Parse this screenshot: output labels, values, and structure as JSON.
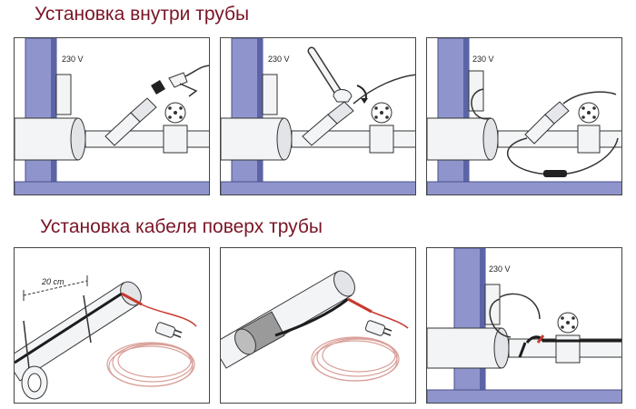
{
  "headings": {
    "inside_pipe": "Установка внутри трубы",
    "over_pipe": "Установка кабеля поверх трубы"
  },
  "labels": {
    "voltage": "230 V",
    "spacing": "20 cm"
  },
  "colors": {
    "heading": "#7a1526",
    "wall": "#8f95cc",
    "wall_dark": "#5c64a8",
    "pipe": "#f3f4f6",
    "cable": "#1c1c1c",
    "cable_red": "#c63a2e",
    "coil": "#d9a09a"
  },
  "icons": [
    "wall",
    "pipe",
    "valve",
    "junction-box",
    "heating-cable",
    "sealing-gland",
    "wrench",
    "cable-coil",
    "plug"
  ]
}
